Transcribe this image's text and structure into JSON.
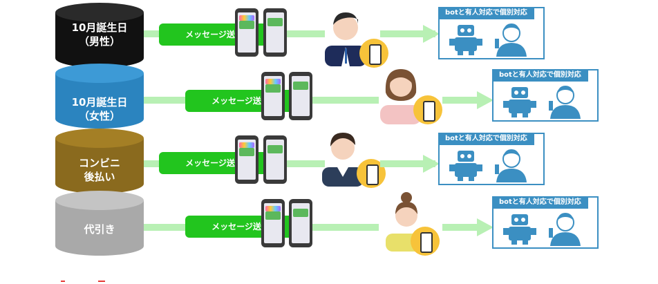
{
  "segments": [
    {
      "label": "10月誕生日\n（男性）",
      "color": "#111111",
      "top_color": "#2a2a2a",
      "message": "メッセージ送信",
      "bot_title": "botと有人対応で個別対応"
    },
    {
      "label": "10月誕生日\n（女性）",
      "color": "#2b84bf",
      "top_color": "#3d9ad6",
      "message": "メッセージ送信",
      "bot_title": "botと有人対応で個別対応"
    },
    {
      "label": "コンビニ\n後払い",
      "color": "#8a6a1e",
      "top_color": "#a47f25",
      "message": "メッセージ送信",
      "bot_title": "botと有人対応で個別対応"
    },
    {
      "label": "代引き",
      "color": "#a9a9a9",
      "top_color": "#c4c4c4",
      "message": "メッセージ送信",
      "bot_title": "botと有人対応で個別対応"
    }
  ],
  "colors": {
    "accent_green": "#22c51e",
    "arrow_green": "#b8f0b4",
    "bot_blue": "#3b8fc2",
    "badge_yellow": "#f7c33a"
  },
  "icons": [
    "database-cylinder-icon",
    "smartphone-icon",
    "person-icon",
    "phone-badge-icon",
    "robot-icon",
    "support-agent-icon"
  ]
}
